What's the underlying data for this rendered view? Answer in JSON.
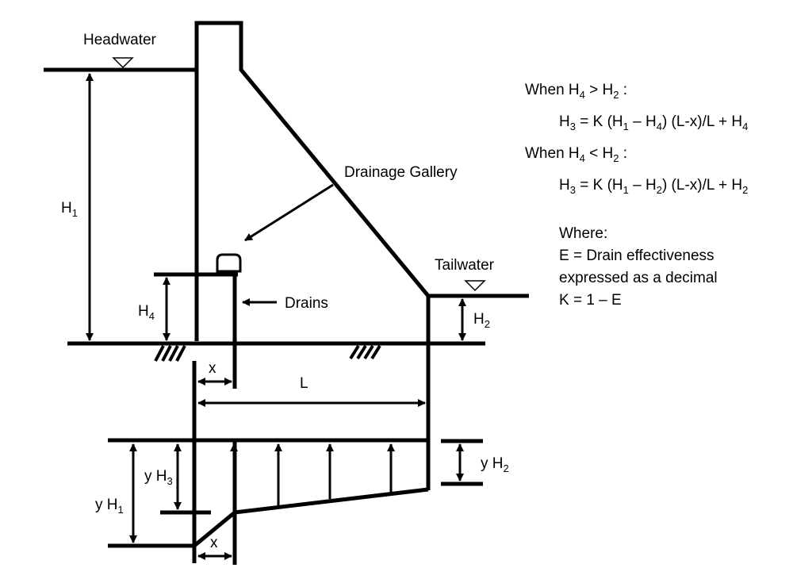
{
  "labels": {
    "headwater": "Headwater",
    "tailwater": "Tailwater",
    "drainage_gallery": "Drainage Gallery",
    "drains": "Drains",
    "h1": {
      "base": "H",
      "sub": "1"
    },
    "h2": {
      "base": "H",
      "sub": "2"
    },
    "h4": {
      "base": "H",
      "sub": "4"
    },
    "x_top": "x",
    "l": "L",
    "x_bottom": "x",
    "yh1": {
      "base": "y H",
      "sub": "1"
    },
    "yh2": {
      "base": "y H",
      "sub": "2"
    },
    "yh3": {
      "base": "y H",
      "sub": "3"
    }
  },
  "equations": {
    "case1": {
      "pre": "When H",
      "s1": "4",
      "mid": " > H",
      "s2": "2",
      "post": " :"
    },
    "eq1": {
      "a": "H",
      "s1": "3",
      "b": " = K (H",
      "s2": "1",
      "c": " – H",
      "s3": "4",
      "d": ") (L-x)/L + H",
      "s4": "4"
    },
    "case2": {
      "pre": "When H",
      "s1": "4",
      "mid": " < H",
      "s2": "2",
      "post": " :"
    },
    "eq2": {
      "a": "H",
      "s1": "3",
      "b": " = K (H",
      "s2": "1",
      "c": " – H",
      "s3": "2",
      "d": ") (L-x)/L + H",
      "s4": "2"
    },
    "where": "Where:",
    "def_e": "E = Drain effectiveness",
    "def_e2": "expressed as a decimal",
    "def_k": "K = 1 – E"
  }
}
